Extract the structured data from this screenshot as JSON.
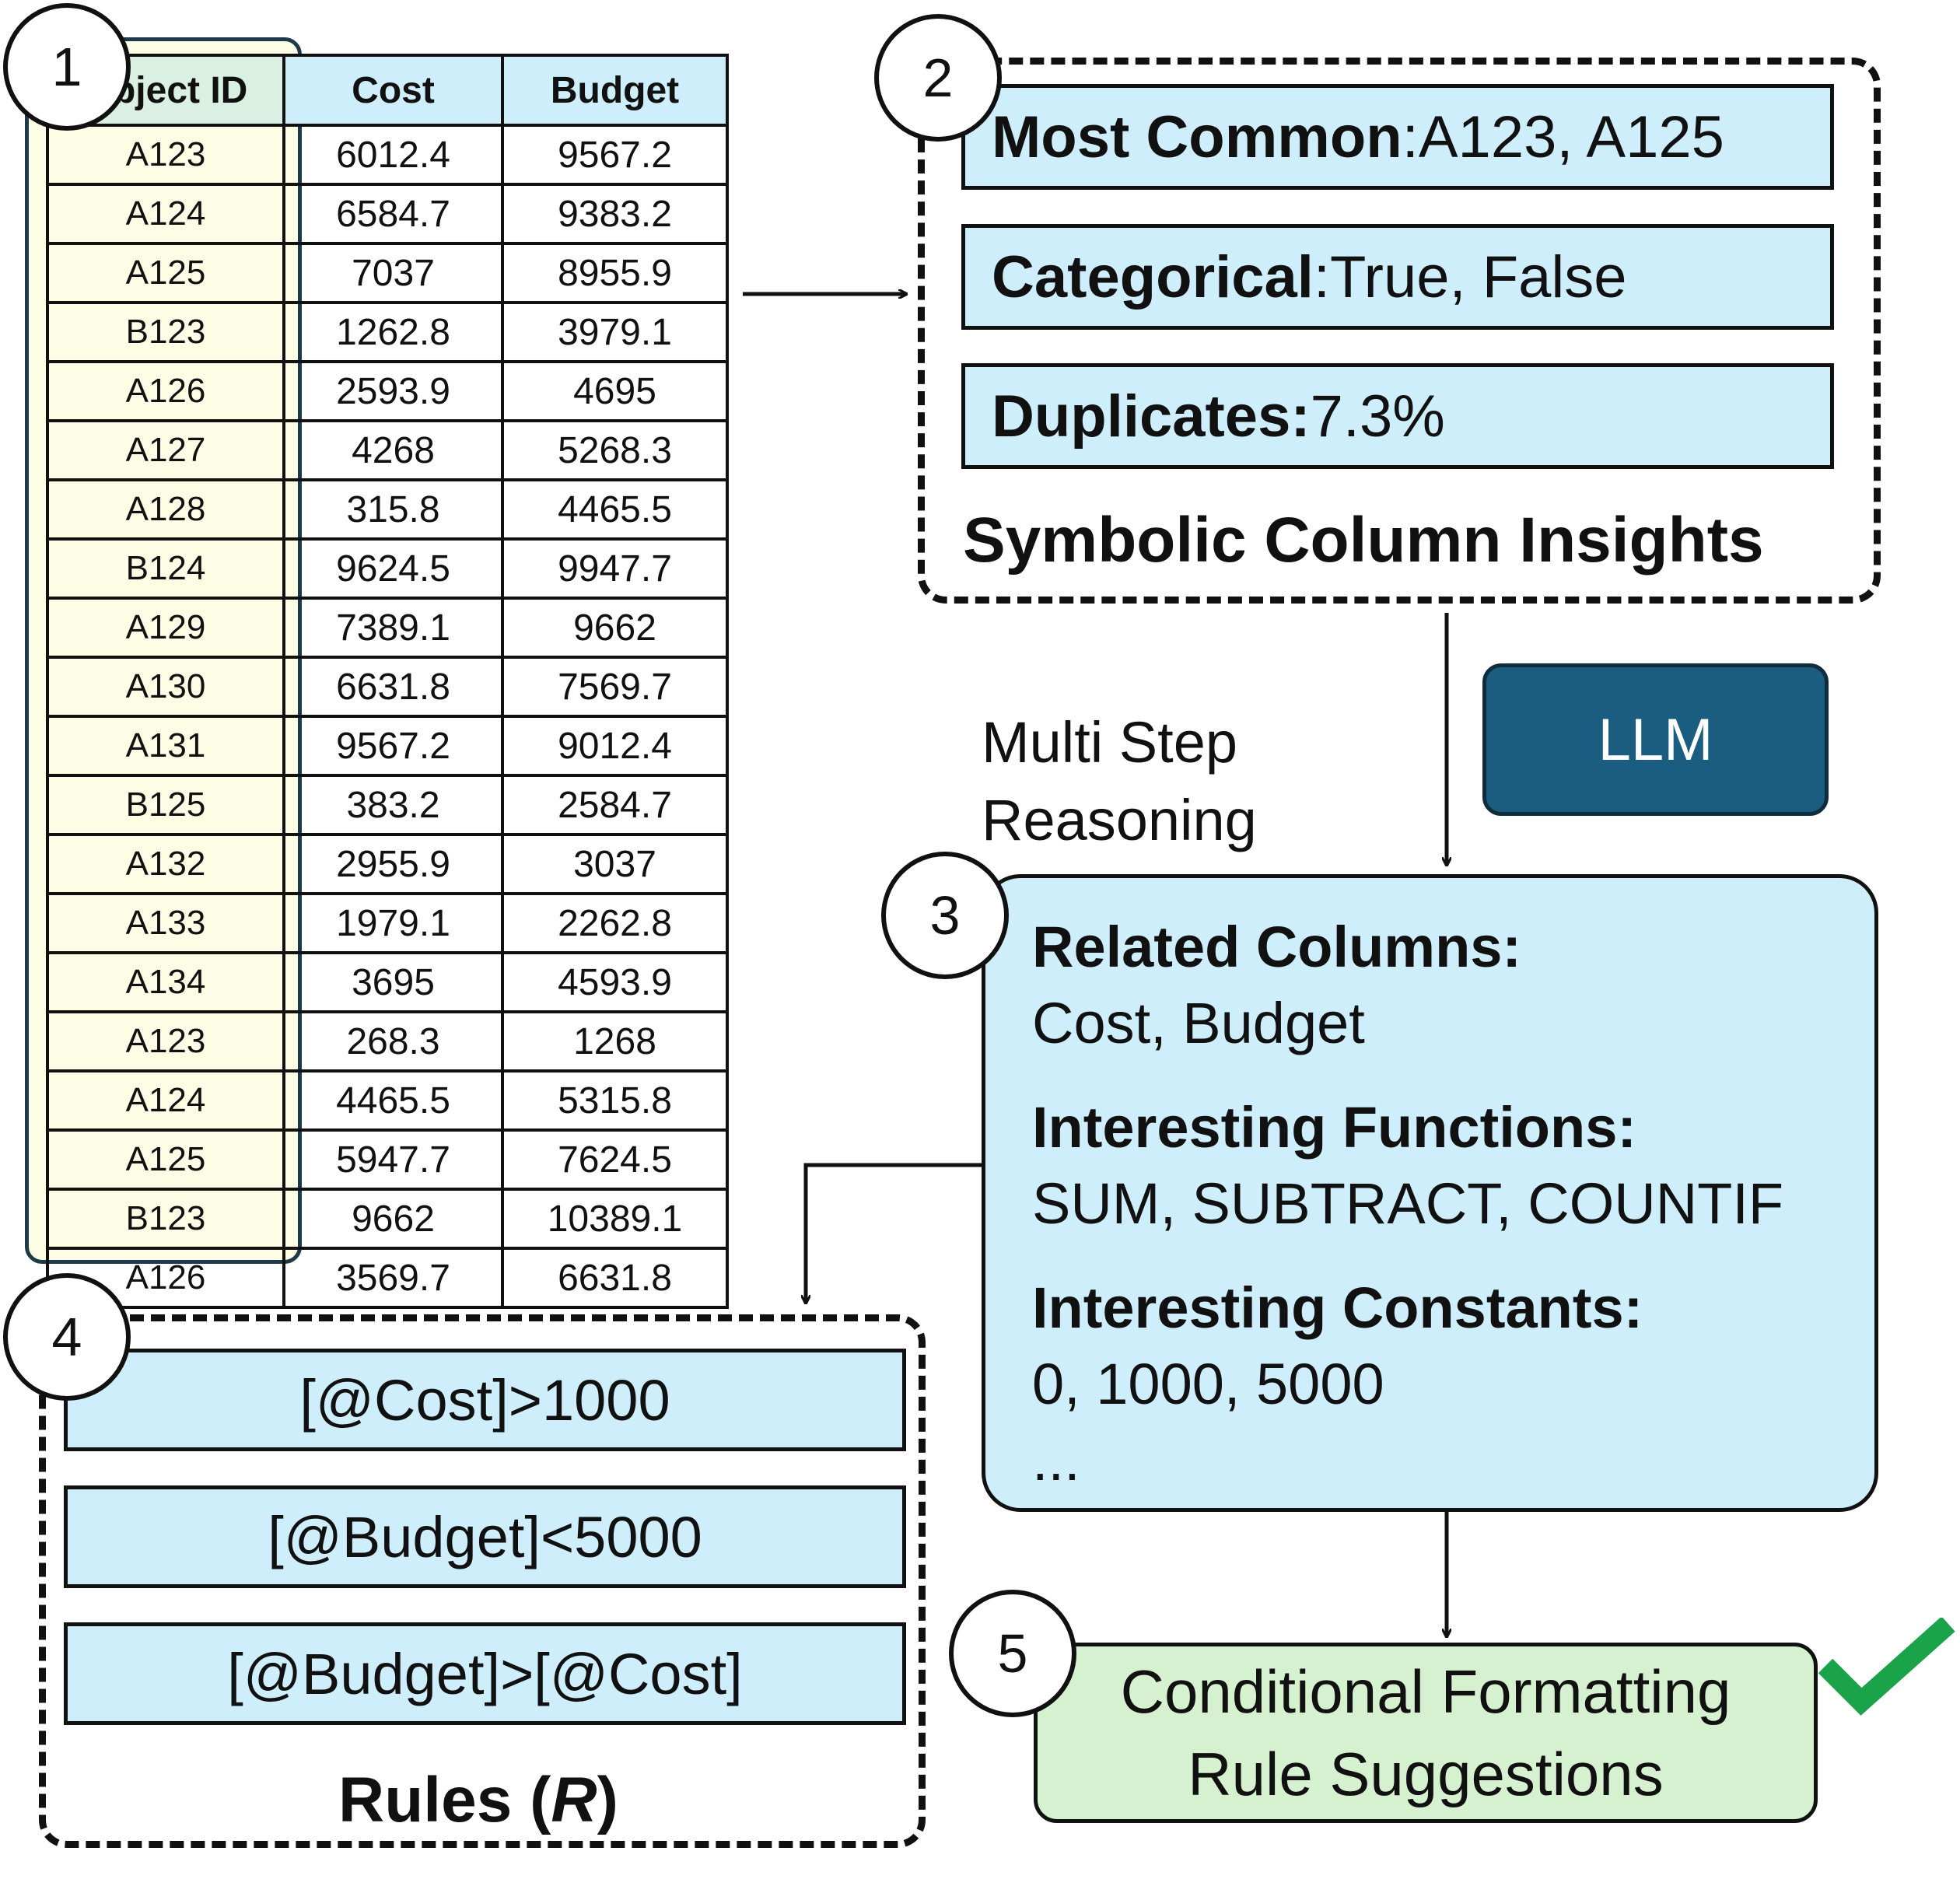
{
  "table": {
    "headers": [
      "Object ID",
      "Cost",
      "Budget"
    ],
    "rows": [
      [
        "A123",
        "6012.4",
        "9567.2"
      ],
      [
        "A124",
        "6584.7",
        "9383.2"
      ],
      [
        "A125",
        "7037",
        "8955.9"
      ],
      [
        "B123",
        "1262.8",
        "3979.1"
      ],
      [
        "A126",
        "2593.9",
        "4695"
      ],
      [
        "A127",
        "4268",
        "5268.3"
      ],
      [
        "A128",
        "315.8",
        "4465.5"
      ],
      [
        "B124",
        "9624.5",
        "9947.7"
      ],
      [
        "A129",
        "7389.1",
        "9662"
      ],
      [
        "A130",
        "6631.8",
        "7569.7"
      ],
      [
        "A131",
        "9567.2",
        "9012.4"
      ],
      [
        "B125",
        "383.2",
        "2584.7"
      ],
      [
        "A132",
        "2955.9",
        "3037"
      ],
      [
        "A133",
        "1979.1",
        "2262.8"
      ],
      [
        "A134",
        "3695",
        "4593.9"
      ],
      [
        "A123",
        "268.3",
        "1268"
      ],
      [
        "A124",
        "4465.5",
        "5315.8"
      ],
      [
        "A125",
        "5947.7",
        "7624.5"
      ],
      [
        "B123",
        "9662",
        "10389.1"
      ],
      [
        "A126",
        "3569.7",
        "6631.8"
      ]
    ]
  },
  "steps": [
    "1",
    "2",
    "3",
    "4",
    "5"
  ],
  "insights": {
    "title": "Symbolic Column Insights",
    "items": [
      {
        "label": "Most Common",
        "sep": ": ",
        "value": "A123, A125"
      },
      {
        "label": "Categorical",
        "sep": ": ",
        "value": "True, False"
      },
      {
        "label": "Duplicates:",
        "sep": " ",
        "value": "7.3%"
      }
    ]
  },
  "reasoning": {
    "line1": "Multi Step",
    "line2": "Reasoning"
  },
  "llm": {
    "label": "LLM",
    "color": "#1a5d80"
  },
  "related": {
    "groups": [
      {
        "label": "Related Columns:",
        "value": "Cost, Budget"
      },
      {
        "label": "Interesting Functions:",
        "value": "SUM, SUBTRACT, COUNTIF"
      },
      {
        "label": "Interesting Constants:",
        "value": "0, 1000, 5000"
      }
    ],
    "ellipsis": "..."
  },
  "rules": {
    "items": [
      "[@Cost]>1000",
      "[@Budget]<5000",
      "[@Budget]>[@Cost]"
    ],
    "title_prefix": "Rules (",
    "title_symbol": "R",
    "title_suffix": ")"
  },
  "suggestions": {
    "line1": "Conditional Formatting",
    "line2": "Rule Suggestions"
  },
  "colors": {
    "panel_blue": "#cfeefc",
    "panel_green": "#d6f1cf",
    "highlight_yellow": "#fdfde6",
    "check_green": "#1ba34a"
  },
  "icons": {
    "check": "check-icon"
  }
}
